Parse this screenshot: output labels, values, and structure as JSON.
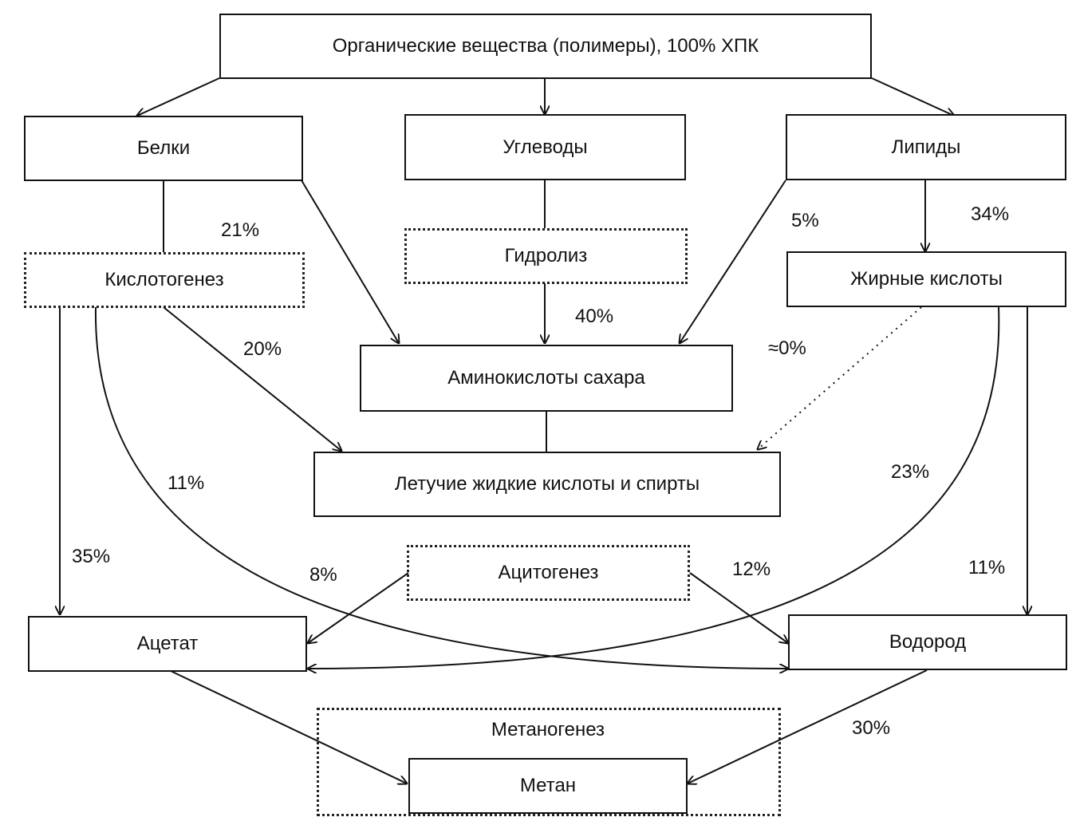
{
  "nodes": {
    "organic": "Органические вещества (полимеры), 100% ХПК",
    "proteins": "Белки",
    "carbs": "Углеводы",
    "lipids": "Липиды",
    "acidogenesis": "Кислотогенез",
    "hydrolysis": "Гидролиз",
    "fatty_acids": "Жирные кислоты",
    "amino_sugars": "Аминокислоты сахара",
    "vfa_alcohols": "Летучие жидкие кислоты и спирты",
    "acetogenesis": "Ацитогенез",
    "acetate": "Ацетат",
    "hydrogen": "Водород",
    "methanogenesis": "Метаногенез",
    "methane": "Метан"
  },
  "labels": {
    "p21": "21%",
    "p5": "5%",
    "p34": "34%",
    "p40": "40%",
    "p20": "20%",
    "p0": "≈0%",
    "p11a": "11%",
    "p23": "23%",
    "p35": "35%",
    "p8": "8%",
    "p12": "12%",
    "p11b": "11%",
    "p30": "30%"
  },
  "colors": {
    "ink": "#111111",
    "background": "#ffffff"
  }
}
